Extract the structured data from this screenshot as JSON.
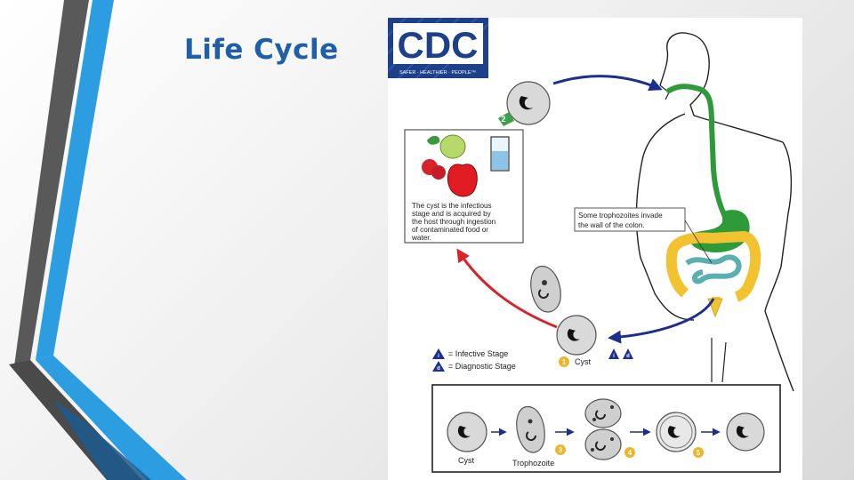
{
  "slide": {
    "title": "Life Cycle"
  },
  "logo": {
    "text": "CDC",
    "tagline": "SAFER · HEALTHIER · PEOPLE™"
  },
  "diagram": {
    "steps": [
      "1",
      "2",
      "3",
      "4",
      "5"
    ],
    "food_caption": [
      "The cyst is the infectious",
      "stage and is acquired by",
      "the host through ingestion",
      "of contaminated food or",
      "water."
    ],
    "colon_caption": [
      "Some trophozoites invade",
      "the wall of the colon."
    ],
    "legend": {
      "infective_symbol": "i",
      "infective_label": "= Infective Stage",
      "diagnostic_symbol": "d",
      "diagnostic_label": "= Diagnostic Stage"
    },
    "cyst_label": "Cyst",
    "stage_markers": [
      "i",
      "d"
    ],
    "bottom": {
      "cyst_label": "Cyst",
      "trophozoite_label": "Trophozoite"
    }
  },
  "colors": {
    "title": "#1f5fa8",
    "arrow_blue": "#1a2f8f",
    "arrow_red": "#d8232a",
    "gut_green": "#2e9a3a",
    "colon_yellow": "#f2c230",
    "small_intestine": "#5ab0b0",
    "cdc_blue": "#1e3f8a",
    "step_green": "#3aa34a",
    "step_yellow": "#f0b429"
  }
}
